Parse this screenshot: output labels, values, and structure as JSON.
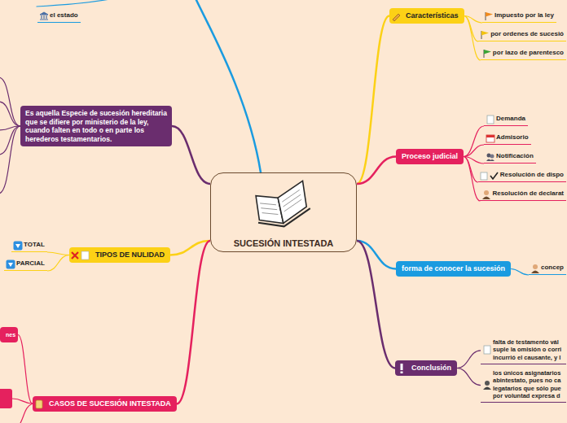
{
  "diagram": {
    "nodes": [
      {
        "text": [
          "SUCESIÓN INTESTADA"
        ]
      },
      {
        "text": [
          "el estado"
        ]
      },
      {
        "text": [
          "Características"
        ]
      },
      {
        "text": [
          "Impuesto por la ley"
        ]
      },
      {
        "text": [
          "por ordenes de sucesió"
        ]
      },
      {
        "text": [
          "por lazo de parentesco"
        ]
      },
      {
        "text": [
          "Proceso judicial"
        ]
      },
      {
        "text": [
          "Demanda"
        ]
      },
      {
        "text": [
          "Admisorio"
        ]
      },
      {
        "text": [
          "Notificación"
        ]
      },
      {
        "text": [
          "Resolución de dispo"
        ]
      },
      {
        "text": [
          "Resolución de declarat"
        ]
      },
      {
        "text": [
          "forma de conocer la sucesión"
        ]
      },
      {
        "text": [
          "concep"
        ]
      },
      {
        "text": [
          "Conclusión"
        ]
      },
      {
        "text": [
          "falta de testamento vál suple la omisión o corri incurrió el causante, y l"
        ]
      },
      {
        "text": [
          "los únicos asignatarios abintestato, pues no ca legatarios que sólo pue por voluntad expresa d"
        ]
      },
      {
        "text": [
          "Es aquella Especie de sucesión hereditaria que se difiere por ministerio de la ley, cuando falten en todo o en parte los herederos testamentarios."
        ]
      },
      {
        "text": [
          "TIPOS DE NULIDAD"
        ]
      },
      {
        "text": [
          "TOTAL"
        ]
      },
      {
        "text": [
          "PARCIAL"
        ]
      },
      {
        "text": [
          "CASOS DE SUCESIÓN INTESTADA"
        ]
      },
      {
        "text": [
          "nes"
        ]
      }
    ],
    "edges": [
      {
        "from": 0,
        "to": 2,
        "arrow": "none"
      },
      {
        "from": 2,
        "to": 3,
        "arrow": "none"
      },
      {
        "from": 2,
        "to": 4,
        "arrow": "none"
      },
      {
        "from": 2,
        "to": 5,
        "arrow": "none"
      },
      {
        "from": 0,
        "to": 6,
        "arrow": "none"
      },
      {
        "from": 6,
        "to": 7,
        "arrow": "none"
      },
      {
        "from": 6,
        "to": 8,
        "arrow": "none"
      },
      {
        "from": 6,
        "to": 9,
        "arrow": "none"
      },
      {
        "from": 6,
        "to": 10,
        "arrow": "none"
      },
      {
        "from": 6,
        "to": 11,
        "arrow": "none"
      },
      {
        "from": 0,
        "to": 12,
        "arrow": "none"
      },
      {
        "from": 12,
        "to": 13,
        "arrow": "none"
      },
      {
        "from": 0,
        "to": 14,
        "arrow": "none"
      },
      {
        "from": 14,
        "to": 15,
        "arrow": "none"
      },
      {
        "from": 14,
        "to": 16,
        "arrow": "none"
      },
      {
        "from": 0,
        "to": 17,
        "arrow": "none"
      },
      {
        "from": 0,
        "to": 18,
        "arrow": "none"
      },
      {
        "from": 18,
        "to": 19,
        "arrow": "none"
      },
      {
        "from": 18,
        "to": 20,
        "arrow": "none"
      },
      {
        "from": 0,
        "to": 21,
        "arrow": "none"
      },
      {
        "from": 21,
        "to": 22,
        "arrow": "none"
      }
    ]
  }
}
